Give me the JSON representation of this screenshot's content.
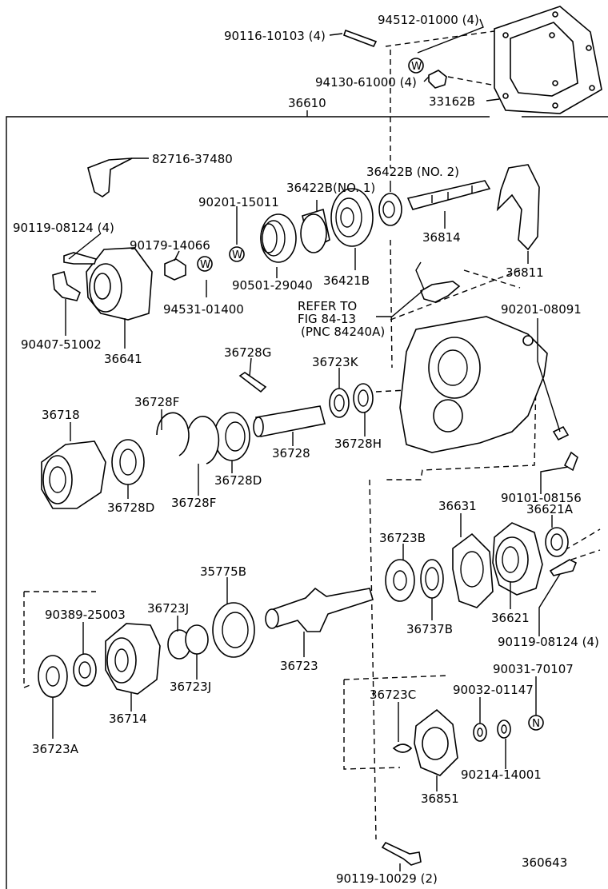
{
  "figure_code": "360643",
  "refer_note": [
    "REFER TO",
    "FIG 84-13",
    "(PNC 84240A)"
  ],
  "washer_mark": "W",
  "nut_mark": "N",
  "labels": {
    "p90116": "90116-10103 (4)",
    "p94512": "94512-01000 (4)",
    "p94130": "94130-61000 (4)",
    "p33162": "33162B",
    "p36610": "36610",
    "p82716": "82716-37480",
    "p36422b2": "36422B (NO. 2)",
    "p36422b1": "36422B(NO. 1)",
    "p90201a": "90201-15011",
    "p90119a": "90119-08124 (4)",
    "p90179": "90179-14066",
    "p36814": "36814",
    "p90501": "90501-29040",
    "p36421b": "36421B",
    "p36811": "36811",
    "p94531": "94531-01400",
    "p90201b": "90201-08091",
    "p90407": "90407-51002",
    "p36641": "36641",
    "p36728g": "36728G",
    "p36723k": "36723K",
    "p36718": "36718",
    "p36728f1": "36728F",
    "p36728h": "36728H",
    "p36728": "36728",
    "p36728d1": "36728D",
    "p36728d2": "36728D",
    "p36728f2": "36728F",
    "p90101": "90101-08156",
    "p36631": "36631",
    "p36621a": "36621A",
    "p36723b": "36723B",
    "p35775b": "35775B",
    "p90389": "90389-25003",
    "p36723j1": "36723J",
    "p36737b": "36737B",
    "p36621": "36621",
    "p90119b": "90119-08124 (4)",
    "p90031": "90031-70107",
    "p36723": "36723",
    "p36723j2": "36723J",
    "p36723c": "36723C",
    "p90032": "90032-01147",
    "p36714": "36714",
    "p36723a": "36723A",
    "p90214": "90214-14001",
    "p36851": "36851",
    "p90119c": "90119-10029 (2)"
  }
}
